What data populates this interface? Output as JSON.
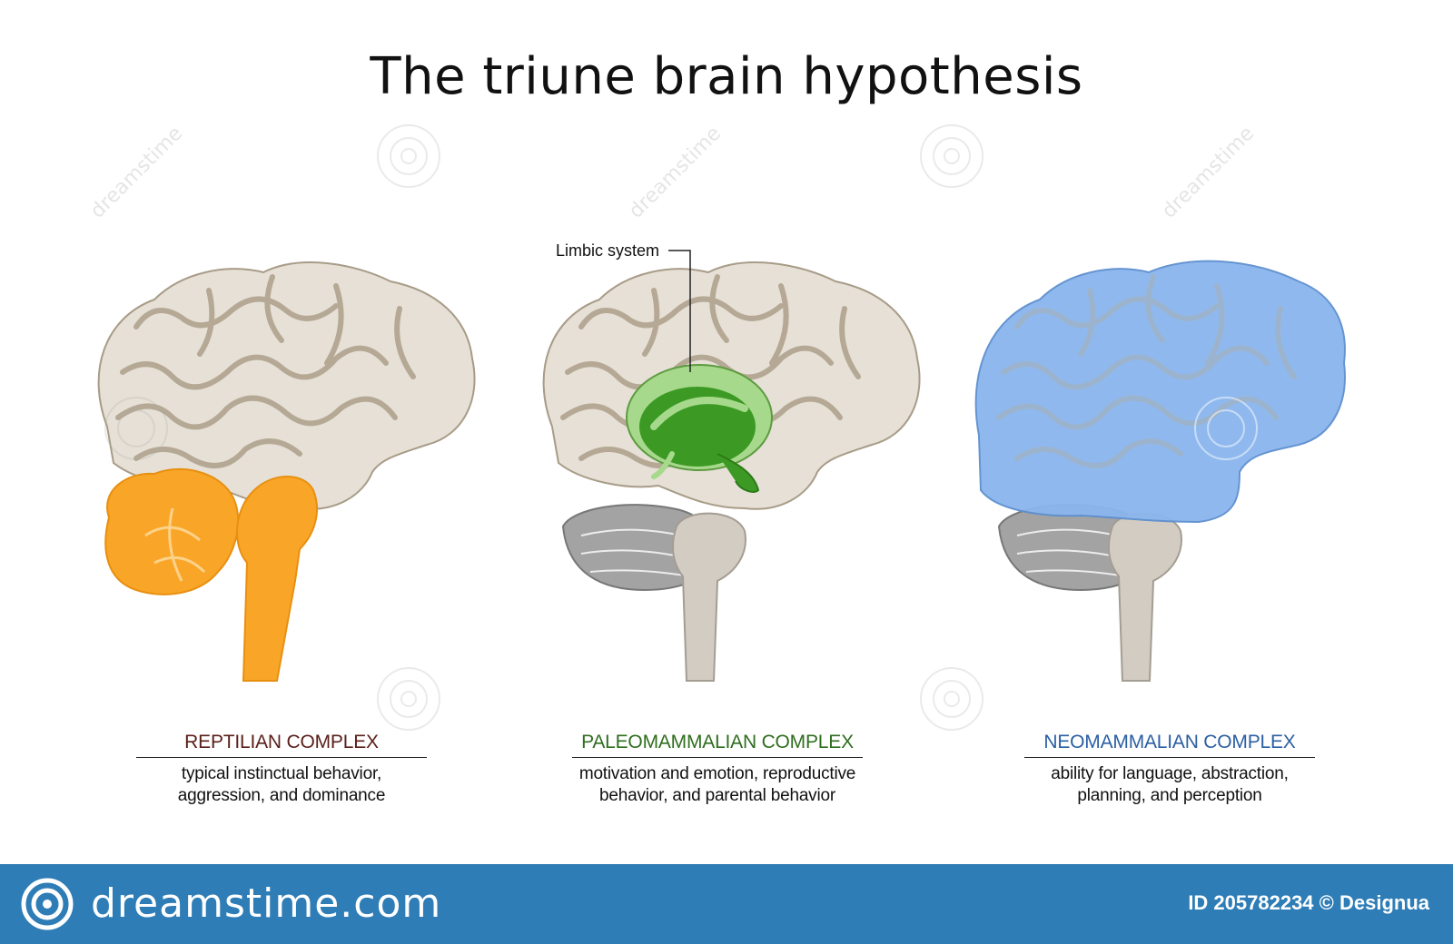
{
  "title": "The triune brain hypothesis",
  "limbic_label": "Limbic system",
  "panels": [
    {
      "heading": "REPTILIAN COMPLEX",
      "description_lines": [
        "typical instinctual behavior,",
        "aggression, and dominance"
      ],
      "color": "#5a1f1a",
      "highlight_color": "#f9a628"
    },
    {
      "heading": "PALEOMAMMALIAN COMPLEX",
      "description_lines": [
        "motivation and emotion, reproductive",
        "behavior, and parental behavior"
      ],
      "color": "#2f6e1e",
      "highlight_color": "#3c9a24"
    },
    {
      "heading": "NEOMAMMALIAN COMPLEX",
      "description_lines": [
        "ability for language, abstraction,",
        "planning, and perception"
      ],
      "color": "#2b5fa3",
      "highlight_color": "#8ab6ee"
    }
  ],
  "footer": {
    "brand": "dreamstime.com",
    "credit": "ID 205782234 © Designua",
    "background": "#2e7db6"
  },
  "watermark": "dreamstime",
  "colors": {
    "cortex": "#e6e0d6",
    "cortex_groove": "#b5a995",
    "stem": "#d2ccc2",
    "cerebellum": "#9b9b9b"
  }
}
